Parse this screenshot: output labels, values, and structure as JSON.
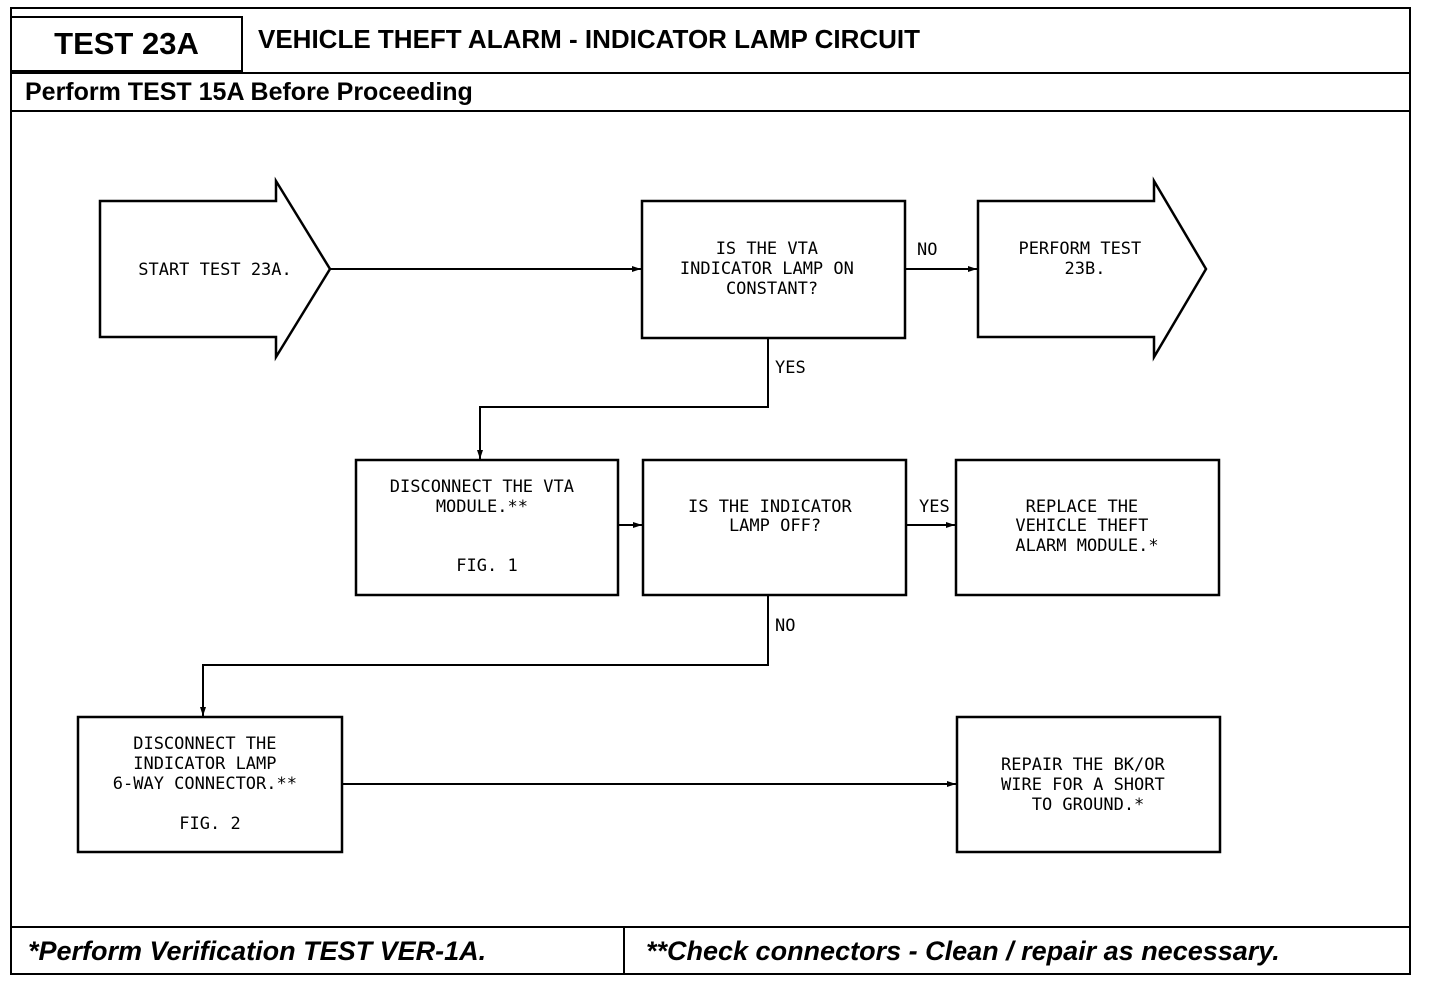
{
  "header": {
    "test_id": "TEST 23A",
    "title": "VEHICLE THEFT ALARM - INDICATOR LAMP CIRCUIT",
    "prerequisite": "Perform TEST 15A Before Proceeding"
  },
  "flowchart": {
    "start": {
      "text": "START TEST 23A."
    },
    "q_lamp_constant": {
      "lines": [
        "IS THE VTA",
        "INDICATOR LAMP ON",
        "CONSTANT?"
      ]
    },
    "goto_23b": {
      "lines": [
        "PERFORM TEST",
        "23B."
      ]
    },
    "disconnect_module": {
      "lines": [
        "DISCONNECT THE VTA",
        "MODULE.**"
      ],
      "fig": "FIG. 1"
    },
    "q_lamp_off": {
      "lines": [
        "IS THE INDICATOR",
        "LAMP OFF?"
      ]
    },
    "replace_module": {
      "lines": [
        "REPLACE THE",
        "VEHICLE THEFT",
        "ALARM MODULE.*"
      ]
    },
    "disconnect_connector": {
      "lines": [
        "DISCONNECT THE",
        "INDICATOR LAMP",
        "6-WAY CONNECTOR.**"
      ],
      "fig": "FIG. 2"
    },
    "repair_wire": {
      "lines": [
        "REPAIR THE BK/OR",
        "WIRE FOR A SHORT",
        "TO GROUND.*"
      ]
    },
    "labels": {
      "no_1": "NO",
      "yes_1": "YES",
      "yes_2": "YES",
      "no_2": "NO"
    }
  },
  "footer": {
    "left": "*Perform Verification TEST VER-1A.",
    "right": "**Check connectors - Clean / repair as necessary."
  }
}
